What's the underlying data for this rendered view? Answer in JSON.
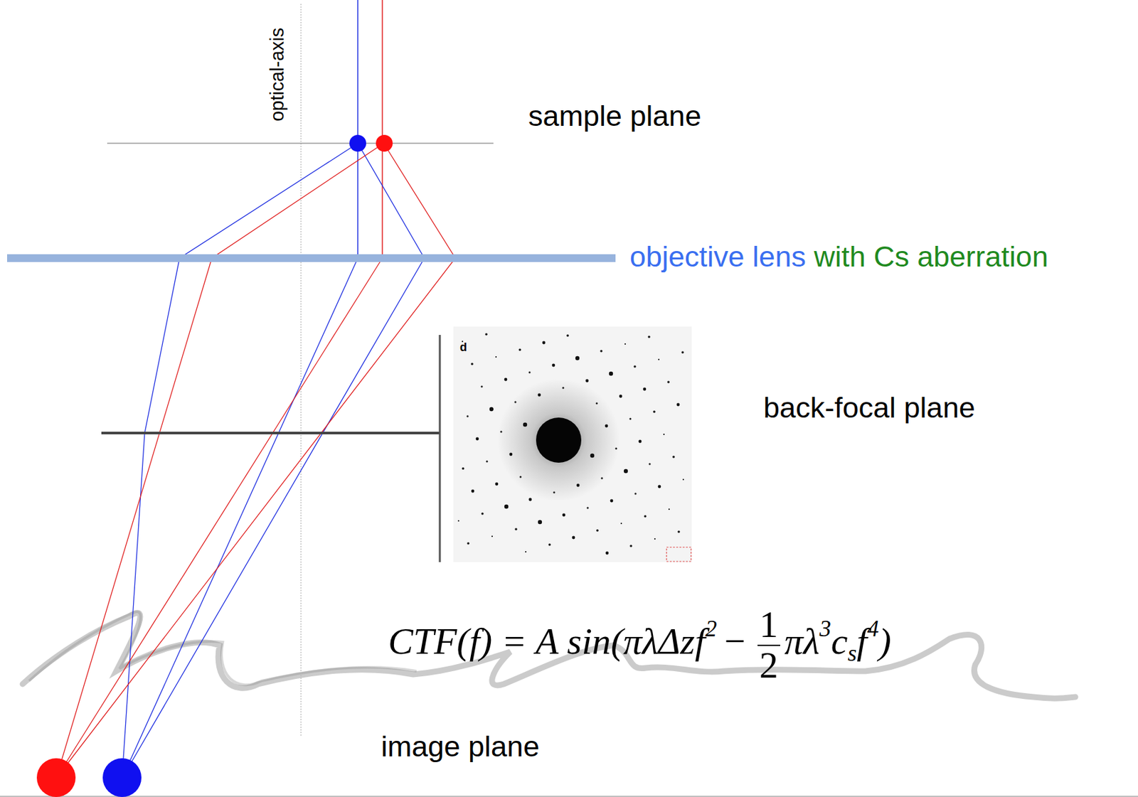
{
  "diagram": {
    "labels": [
      "optical-axis",
      "sample plane",
      "objective lens",
      "with Cs aberration",
      "d",
      "back-focal plane",
      "CTF(f) = A sin(πλΔzf",
      "2",
      "−",
      "1",
      "2",
      "πλ",
      "3",
      "c",
      "s",
      "f",
      "4",
      ")",
      "image plane"
    ]
  }
}
